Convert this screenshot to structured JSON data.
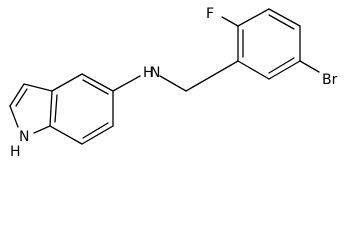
{
  "molecule": {
    "atoms": {
      "nh_indole": "H",
      "n_indole": "N",
      "nh_amine": "H",
      "n_amine": "N",
      "fluorine": "F",
      "bromine": "Br"
    },
    "colors": {
      "bond": "#000000",
      "label": "#000000",
      "background": "#ffffff"
    }
  }
}
